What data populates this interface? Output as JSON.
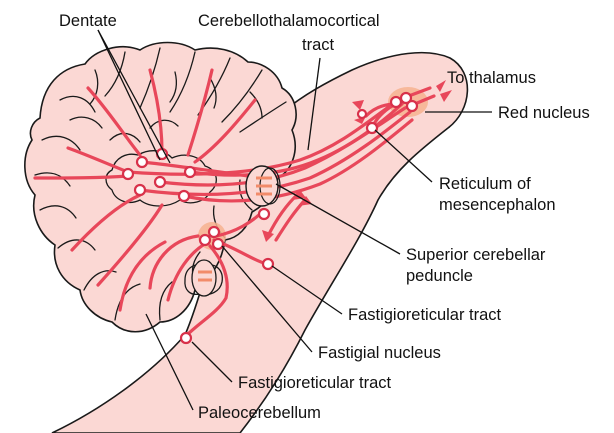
{
  "colors": {
    "tissue": "#fbd8d4",
    "tissue_dark": "#f5c3bd",
    "tract": "#e8475a",
    "nucleus_highlight": "#f6b38f",
    "outline": "#1a1a1a"
  },
  "labels": {
    "dentate": "Dentate",
    "cerebellothalamocortical_line1": "Cerebellothalamocortical",
    "cerebellothalamocortical_line2": "tract",
    "to_thalamus": "To thalamus",
    "red_nucleus": "Red nucleus",
    "reticulum_line1": "Reticulum of",
    "reticulum_line2": "mesencephalon",
    "superior_peduncle_line1": "Superior cerebellar",
    "superior_peduncle_line2": "peduncle",
    "fastigioreticular_upper": "Fastigioreticular tract",
    "fastigial_nucleus": "Fastigial nucleus",
    "fastigioreticular_lower": "Fastigioreticular tract",
    "paleocerebellum": "Paleocerebellum"
  }
}
